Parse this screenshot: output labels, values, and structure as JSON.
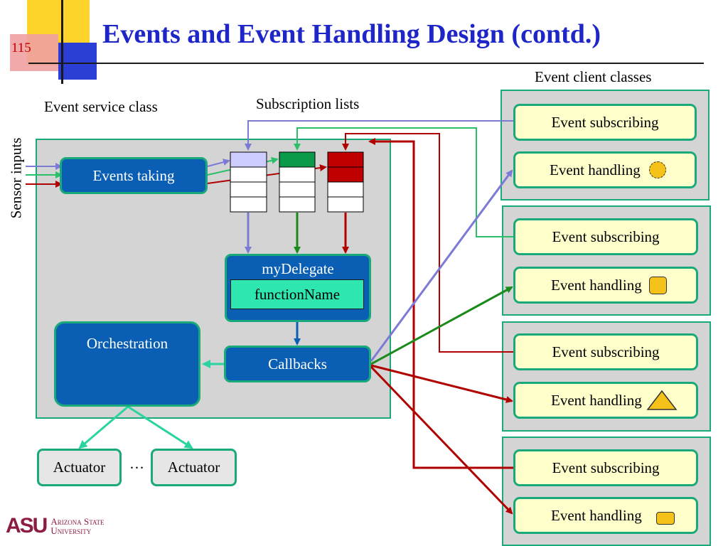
{
  "slide": {
    "number": "115",
    "title": "Events and Event Handling Design (contd.)"
  },
  "labels": {
    "event_client_classes": "Event client classes",
    "event_service_class": "Event service class",
    "subscription_lists": "Subscription lists",
    "sensor_inputs": "Sensor inputs",
    "ellipsis": "…"
  },
  "service": {
    "events_taking": "Events taking",
    "my_delegate": "myDelegate",
    "function_name": "functionName",
    "callbacks": "Callbacks",
    "orchestration": "Orchestration"
  },
  "actuators": [
    "Actuator",
    "Actuator"
  ],
  "clients": [
    {
      "subscribing": "Event subscribing",
      "handling": "Event handling",
      "shape": "dashed-circle-icon"
    },
    {
      "subscribing": "Event subscribing",
      "handling": "Event handling",
      "shape": "rounded-square-icon"
    },
    {
      "subscribing": "Event subscribing",
      "handling": "Event handling",
      "shape": "triangle-icon"
    },
    {
      "subscribing": "Event subscribing",
      "handling": "Event handling",
      "shape": "small-rounded-rect-icon"
    }
  ],
  "logo": {
    "mark": "ASU",
    "line1": "Arizona State",
    "line2": "University"
  },
  "colors": {
    "title": "#1f26c8",
    "service_bg": "#d4d4d4",
    "border_green": "#1aa97a",
    "box_blue": "#0a5fb4",
    "client_yellow": "#ffffcc",
    "list_lavender": "#ccccff",
    "list_green": "#0a9a4a",
    "list_red": "#c00000",
    "arrow_purple": "#7b7bd6",
    "arrow_green": "#1a8a1a",
    "arrow_red": "#b00000",
    "shape_yellow": "#f5c21a",
    "asu_maroon": "#8c1d40"
  }
}
